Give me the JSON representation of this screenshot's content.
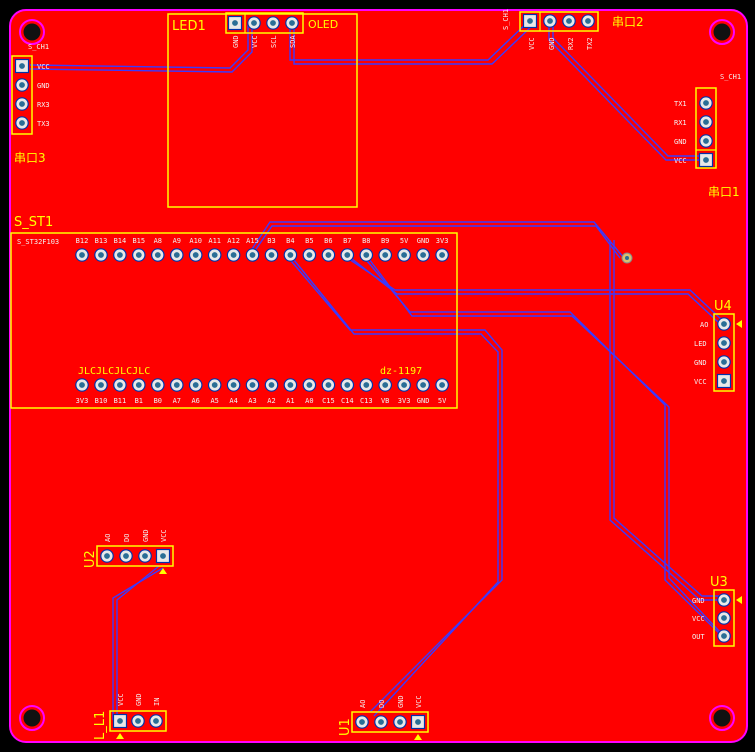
{
  "colors": {
    "background": "#000000",
    "board_copper": "#ff0000",
    "outline": "#ff00ff",
    "silkscreen": "#ffff00",
    "track": "#3333ff",
    "pad_ring": "#e8e8e8",
    "pad_hole": "#2a6e96",
    "mount_hole": "#ff00ff"
  },
  "board": {
    "mount_holes_icon": "mount-hole-icon"
  },
  "components": {
    "led1": {
      "designator": "LED1",
      "label": "OLED",
      "pin_labels": [
        "GND",
        "VCC",
        "SCL",
        "SDA"
      ]
    },
    "port2": {
      "designator": "串口2",
      "top_label": "S_CH1",
      "pin_labels": [
        "VCC",
        "GND",
        "RX2",
        "TX2"
      ]
    },
    "port3": {
      "designator": "串口3",
      "top_label": "S_CH1",
      "pin_labels": [
        "VCC",
        "GND",
        "RX3",
        "TX3"
      ]
    },
    "port1": {
      "designator": "串口1",
      "top_label": "S_CH1",
      "pin_labels": [
        "TX1",
        "RX1",
        "GND",
        "VCC"
      ]
    },
    "s_st1": {
      "designator": "S_ST1",
      "corner_label": "S_ST32F103",
      "top_pins": [
        "B12",
        "B13",
        "B14",
        "B15",
        "A8",
        "A9",
        "A10",
        "A11",
        "A12",
        "A15",
        "B3",
        "B4",
        "B5",
        "B6",
        "B7",
        "B8",
        "B9",
        "5V",
        "GND",
        "3V3"
      ],
      "bottom_pins": [
        "3V3",
        "B10",
        "B11",
        "B1",
        "B0",
        "A7",
        "A6",
        "A5",
        "A4",
        "A3",
        "A2",
        "A1",
        "A0",
        "C15",
        "C14",
        "C13",
        "VB",
        "3V3",
        "GND",
        "5V"
      ],
      "silk_text": "JLCJLCJLCJLC",
      "part_code": "dz-1197"
    },
    "u4": {
      "designator": "U4",
      "pin_labels": [
        "AO",
        "LED",
        "GND",
        "VCC"
      ]
    },
    "u3": {
      "designator": "U3",
      "pin_labels": [
        "GND",
        "VCC",
        "OUT"
      ]
    },
    "u2": {
      "designator": "U2",
      "pin_labels": [
        "AO",
        "DO",
        "GND",
        "VCC"
      ]
    },
    "l1": {
      "designator": "L_L1",
      "pin_labels": [
        "VCC",
        "GND",
        "IN"
      ]
    },
    "u1": {
      "designator": "U1",
      "pin_labels": [
        "AO",
        "DO",
        "GND",
        "VCC"
      ]
    }
  }
}
